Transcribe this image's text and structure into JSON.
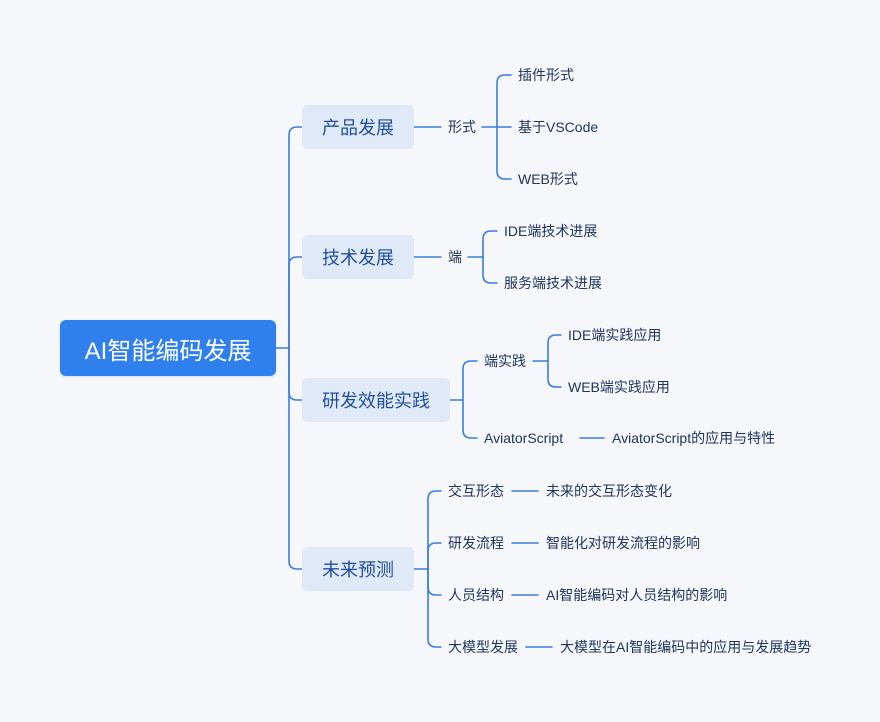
{
  "mindmap": {
    "root": "AI智能编码发展",
    "branches": [
      {
        "label": "产品发展",
        "children": [
          {
            "label": "形式",
            "children": [
              {
                "label": "插件形式"
              },
              {
                "label": "基于VSCode"
              },
              {
                "label": "WEB形式"
              }
            ]
          }
        ]
      },
      {
        "label": "技术发展",
        "children": [
          {
            "label": "端",
            "children": [
              {
                "label": "IDE端技术进展"
              },
              {
                "label": "服务端技术进展"
              }
            ]
          }
        ]
      },
      {
        "label": "研发效能实践",
        "children": [
          {
            "label": "端实践",
            "children": [
              {
                "label": "IDE端实践应用"
              },
              {
                "label": "WEB端实践应用"
              }
            ]
          },
          {
            "label": "AviatorScript",
            "children": [
              {
                "label": "AviatorScript的应用与特性"
              }
            ]
          }
        ]
      },
      {
        "label": "未来预测",
        "children": [
          {
            "label": "交互形态",
            "children": [
              {
                "label": "未来的交互形态变化"
              }
            ]
          },
          {
            "label": "研发流程",
            "children": [
              {
                "label": "智能化对研发流程的影响"
              }
            ]
          },
          {
            "label": "人员结构",
            "children": [
              {
                "label": "AI智能编码对人员结构的影响"
              }
            ]
          },
          {
            "label": "大模型发展",
            "children": [
              {
                "label": "大模型在AI智能编码中的应用与发展趋势"
              }
            ]
          }
        ]
      }
    ]
  },
  "colors": {
    "background": "#f5f7fb",
    "root_fill": "#2f80ed",
    "branch_fill": "#e0e9f8",
    "line": "#3b7ddd",
    "branch_text": "#1e4f9e",
    "leaf_text": "#1f3560"
  }
}
